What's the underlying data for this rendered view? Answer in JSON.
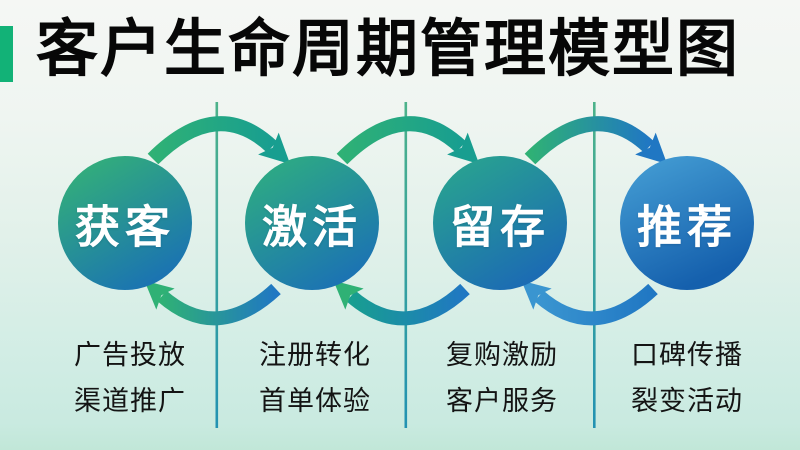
{
  "title": "客户生命周期管理模型图",
  "colors": {
    "accent_bar": "#12b277",
    "title_text": "#070707",
    "background_top": "#f5f7f4",
    "background_bottom": "#c1e7d8",
    "divider_top": "#4db28a",
    "divider_bottom": "#2292b2",
    "arrow_green": "#2fb175",
    "arrow_teal": "#189e90",
    "arrow_blue": "#2077c3",
    "arrow_light_blue": "#3a95d0",
    "circle_label_text": "#ffffff",
    "detail_text": "#141414"
  },
  "stages": [
    {
      "name": "获客",
      "details": [
        "广告投放",
        "渠道推广"
      ],
      "color_top": "#36b673",
      "color_bottom": "#1b74b1"
    },
    {
      "name": "激活",
      "details": [
        "注册转化",
        "首单体验"
      ],
      "color_top": "#30b27d",
      "color_bottom": "#1c74b2"
    },
    {
      "name": "留存",
      "details": [
        "复购激励",
        "客户服务"
      ],
      "color_top": "#2aa98c",
      "color_bottom": "#1c6cb3"
    },
    {
      "name": "推荐",
      "details": [
        "口碑传播",
        "裂变活动"
      ],
      "color_top": "#47a1d6",
      "color_bottom": "#1560ad"
    }
  ]
}
